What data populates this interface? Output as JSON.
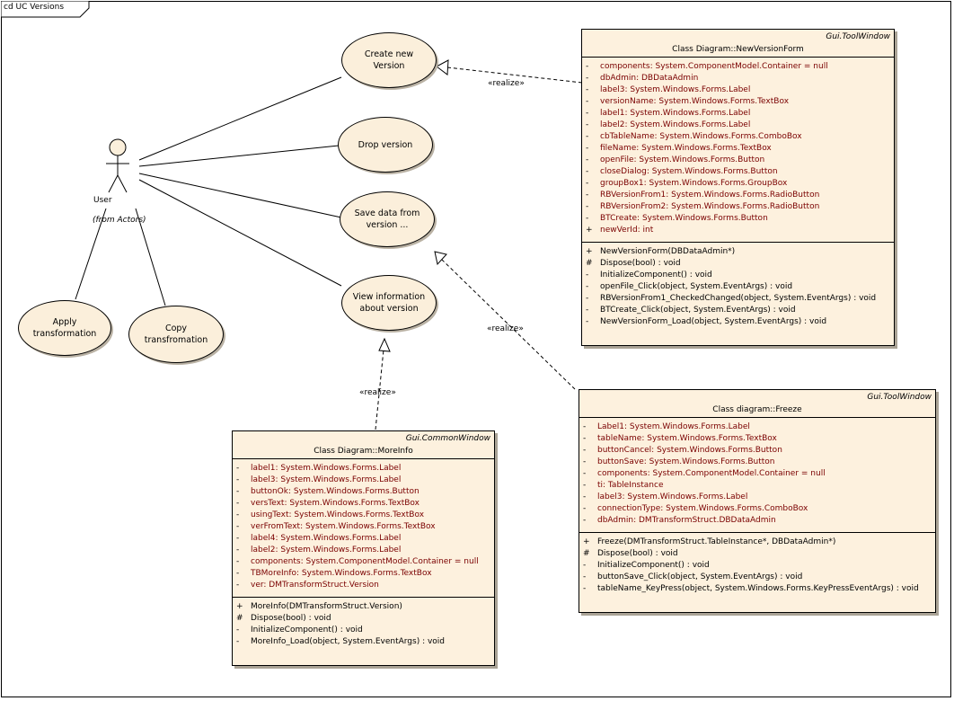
{
  "frame": {
    "label": "cd UC Versions"
  },
  "actor": {
    "name": "User",
    "package": "(from Actors)"
  },
  "usecases": {
    "create": "Create new\nVersion",
    "drop": "Drop version",
    "save": "Save data from\nversion ...",
    "view": "View information\nabout version",
    "apply": "Apply\ntransformation",
    "copy": "Copy\ntransfromation"
  },
  "realize_labels": [
    "«realize»",
    "«realize»",
    "«realize»"
  ],
  "classes": [
    {
      "stereotype": "Gui.ToolWindow",
      "name": "Class Diagram::NewVersionForm",
      "attributes": [
        {
          "vis": "-",
          "text": "components:  System.ComponentModel.Container = null"
        },
        {
          "vis": "-",
          "text": "dbAdmin:  DBDataAdmin"
        },
        {
          "vis": "-",
          "text": "label3:  System.Windows.Forms.Label"
        },
        {
          "vis": "-",
          "text": "versionName:  System.Windows.Forms.TextBox"
        },
        {
          "vis": "-",
          "text": "label1:  System.Windows.Forms.Label"
        },
        {
          "vis": "-",
          "text": "label2:  System.Windows.Forms.Label"
        },
        {
          "vis": "-",
          "text": "cbTableName:  System.Windows.Forms.ComboBox"
        },
        {
          "vis": "-",
          "text": "fileName:  System.Windows.Forms.TextBox"
        },
        {
          "vis": "-",
          "text": "openFile:  System.Windows.Forms.Button"
        },
        {
          "vis": "-",
          "text": "closeDialog:  System.Windows.Forms.Button"
        },
        {
          "vis": "-",
          "text": "groupBox1:  System.Windows.Forms.GroupBox"
        },
        {
          "vis": "-",
          "text": "RBVersionFrom1:  System.Windows.Forms.RadioButton"
        },
        {
          "vis": "-",
          "text": "RBVersionFrom2:  System.Windows.Forms.RadioButton"
        },
        {
          "vis": "-",
          "text": "BTCreate:  System.Windows.Forms.Button"
        },
        {
          "vis": "+",
          "text": "newVerId:  int"
        }
      ],
      "operations": [
        {
          "vis": "+",
          "text": "NewVersionForm(DBDataAdmin*)"
        },
        {
          "vis": "#",
          "text": "Dispose(bool) : void"
        },
        {
          "vis": "-",
          "text": "InitializeComponent() : void"
        },
        {
          "vis": "-",
          "text": "openFile_Click(object, System.EventArgs) : void"
        },
        {
          "vis": "-",
          "text": "RBVersionFrom1_CheckedChanged(object, System.EventArgs) : void"
        },
        {
          "vis": "-",
          "text": "BTCreate_Click(object, System.EventArgs) : void"
        },
        {
          "vis": "-",
          "text": "NewVersionForm_Load(object, System.EventArgs) : void"
        }
      ]
    },
    {
      "stereotype": "Gui.ToolWindow",
      "name": "Class diagram::Freeze",
      "attributes": [
        {
          "vis": "-",
          "text": "Label1:  System.Windows.Forms.Label"
        },
        {
          "vis": "-",
          "text": "tableName:  System.Windows.Forms.TextBox"
        },
        {
          "vis": "-",
          "text": "buttonCancel:  System.Windows.Forms.Button"
        },
        {
          "vis": "-",
          "text": "buttonSave:  System.Windows.Forms.Button"
        },
        {
          "vis": "-",
          "text": "components:  System.ComponentModel.Container = null"
        },
        {
          "vis": "-",
          "text": "ti:  TableInstance"
        },
        {
          "vis": "-",
          "text": "label3:  System.Windows.Forms.Label"
        },
        {
          "vis": "-",
          "text": "connectionType:  System.Windows.Forms.ComboBox"
        },
        {
          "vis": "-",
          "text": "dbAdmin:  DMTransformStruct.DBDataAdmin"
        }
      ],
      "operations": [
        {
          "vis": "+",
          "text": "Freeze(DMTransformStruct.TableInstance*, DBDataAdmin*)"
        },
        {
          "vis": "#",
          "text": "Dispose(bool) : void"
        },
        {
          "vis": "-",
          "text": "InitializeComponent() : void"
        },
        {
          "vis": "-",
          "text": "buttonSave_Click(object, System.EventArgs) : void"
        },
        {
          "vis": "-",
          "text": "tableName_KeyPress(object, System.Windows.Forms.KeyPressEventArgs) : void"
        }
      ]
    },
    {
      "stereotype": "Gui.CommonWindow",
      "name": "Class Diagram::MoreInfo",
      "attributes": [
        {
          "vis": "-",
          "text": "label1:  System.Windows.Forms.Label"
        },
        {
          "vis": "-",
          "text": "label3:  System.Windows.Forms.Label"
        },
        {
          "vis": "-",
          "text": "buttonOk:  System.Windows.Forms.Button"
        },
        {
          "vis": "-",
          "text": "versText:  System.Windows.Forms.TextBox"
        },
        {
          "vis": "-",
          "text": "usingText:  System.Windows.Forms.TextBox"
        },
        {
          "vis": "-",
          "text": "verFromText:  System.Windows.Forms.TextBox"
        },
        {
          "vis": "-",
          "text": "label4:  System.Windows.Forms.Label"
        },
        {
          "vis": "-",
          "text": "label2:  System.Windows.Forms.Label"
        },
        {
          "vis": "-",
          "text": "components:  System.ComponentModel.Container = null"
        },
        {
          "vis": "-",
          "text": "TBMoreInfo:  System.Windows.Forms.TextBox"
        },
        {
          "vis": "-",
          "text": "ver:  DMTransformStruct.Version"
        }
      ],
      "operations": [
        {
          "vis": "+",
          "text": "MoreInfo(DMTransformStruct.Version)"
        },
        {
          "vis": "#",
          "text": "Dispose(bool) : void"
        },
        {
          "vis": "-",
          "text": "InitializeComponent() : void"
        },
        {
          "vis": "-",
          "text": "MoreInfo_Load(object, System.EventArgs) : void"
        }
      ]
    }
  ]
}
